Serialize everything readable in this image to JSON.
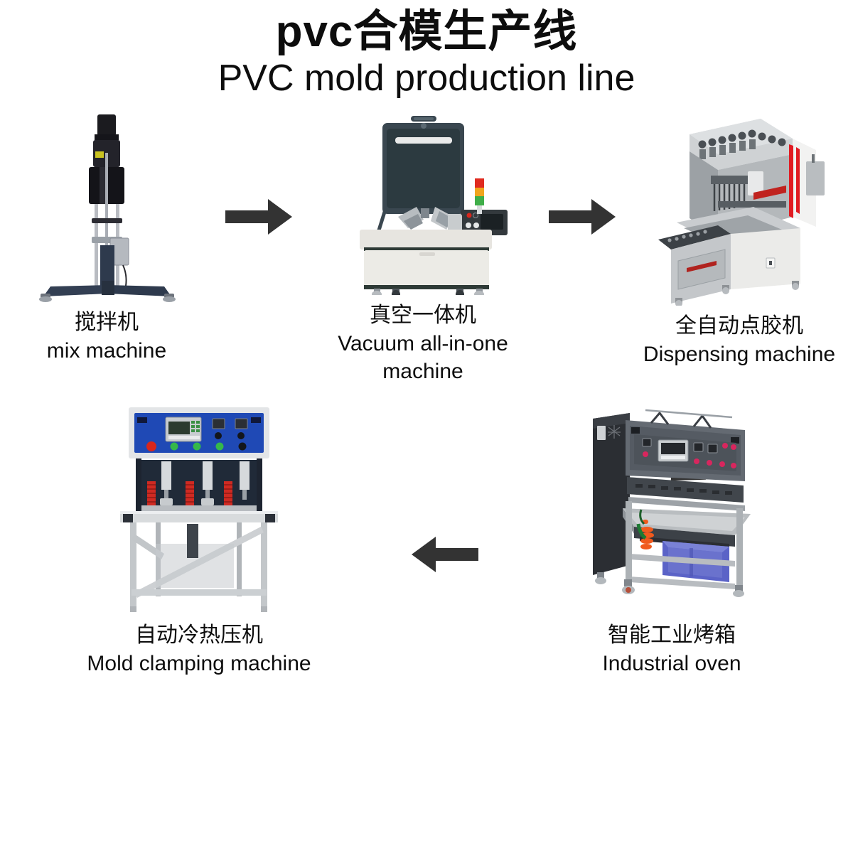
{
  "header": {
    "title_cn": "pvc合模生产线",
    "title_en": "PVC mold production line"
  },
  "flow": {
    "row_top": [
      {
        "id": "mix-machine",
        "label_cn": "搅拌机",
        "label_en": "mix machine",
        "art": "mixer"
      },
      {
        "id": "vacuum-machine",
        "label_cn": "真空一体机",
        "label_en": "Vacuum all-in-one machine",
        "art": "vacuum"
      },
      {
        "id": "dispensing-machine",
        "label_cn": "全自动点胶机",
        "label_en": "Dispensing machine",
        "art": "dispenser"
      }
    ],
    "row_bottom": [
      {
        "id": "mold-clamping-machine",
        "label_cn": "自动冷热压机",
        "label_en": "Mold clamping machine",
        "art": "clamp"
      },
      {
        "id": "industrial-oven",
        "label_cn": "智能工业烤箱",
        "label_en": "Industrial oven",
        "art": "oven"
      }
    ],
    "arrows": [
      {
        "id": "arrow-1",
        "direction": "right",
        "from": "mix-machine",
        "to": "vacuum-machine"
      },
      {
        "id": "arrow-2",
        "direction": "right",
        "from": "vacuum-machine",
        "to": "dispensing-machine"
      },
      {
        "id": "arrow-3",
        "direction": "down-left",
        "from": "dispensing-machine",
        "to": "industrial-oven"
      },
      {
        "id": "arrow-4",
        "direction": "left",
        "from": "industrial-oven",
        "to": "mold-clamping-machine"
      }
    ]
  },
  "colors": {
    "arrow": "#333333",
    "text": "#0d0d0d",
    "background": "#ffffff",
    "mixer_body": "#2e3a4d",
    "panel_blue": "#1f49b5",
    "stripe_red": "#e11b22",
    "crate_blue": "#5b63c7",
    "oven_dark": "#2b2e33",
    "machine_white": "#eceae5",
    "tower_red": "#e02b20",
    "tower_amber": "#f0a51e",
    "tower_green": "#3fae49",
    "estop_red": "#d8261c",
    "button_green": "#35b84a",
    "cable_orange": "#f05a1e"
  }
}
